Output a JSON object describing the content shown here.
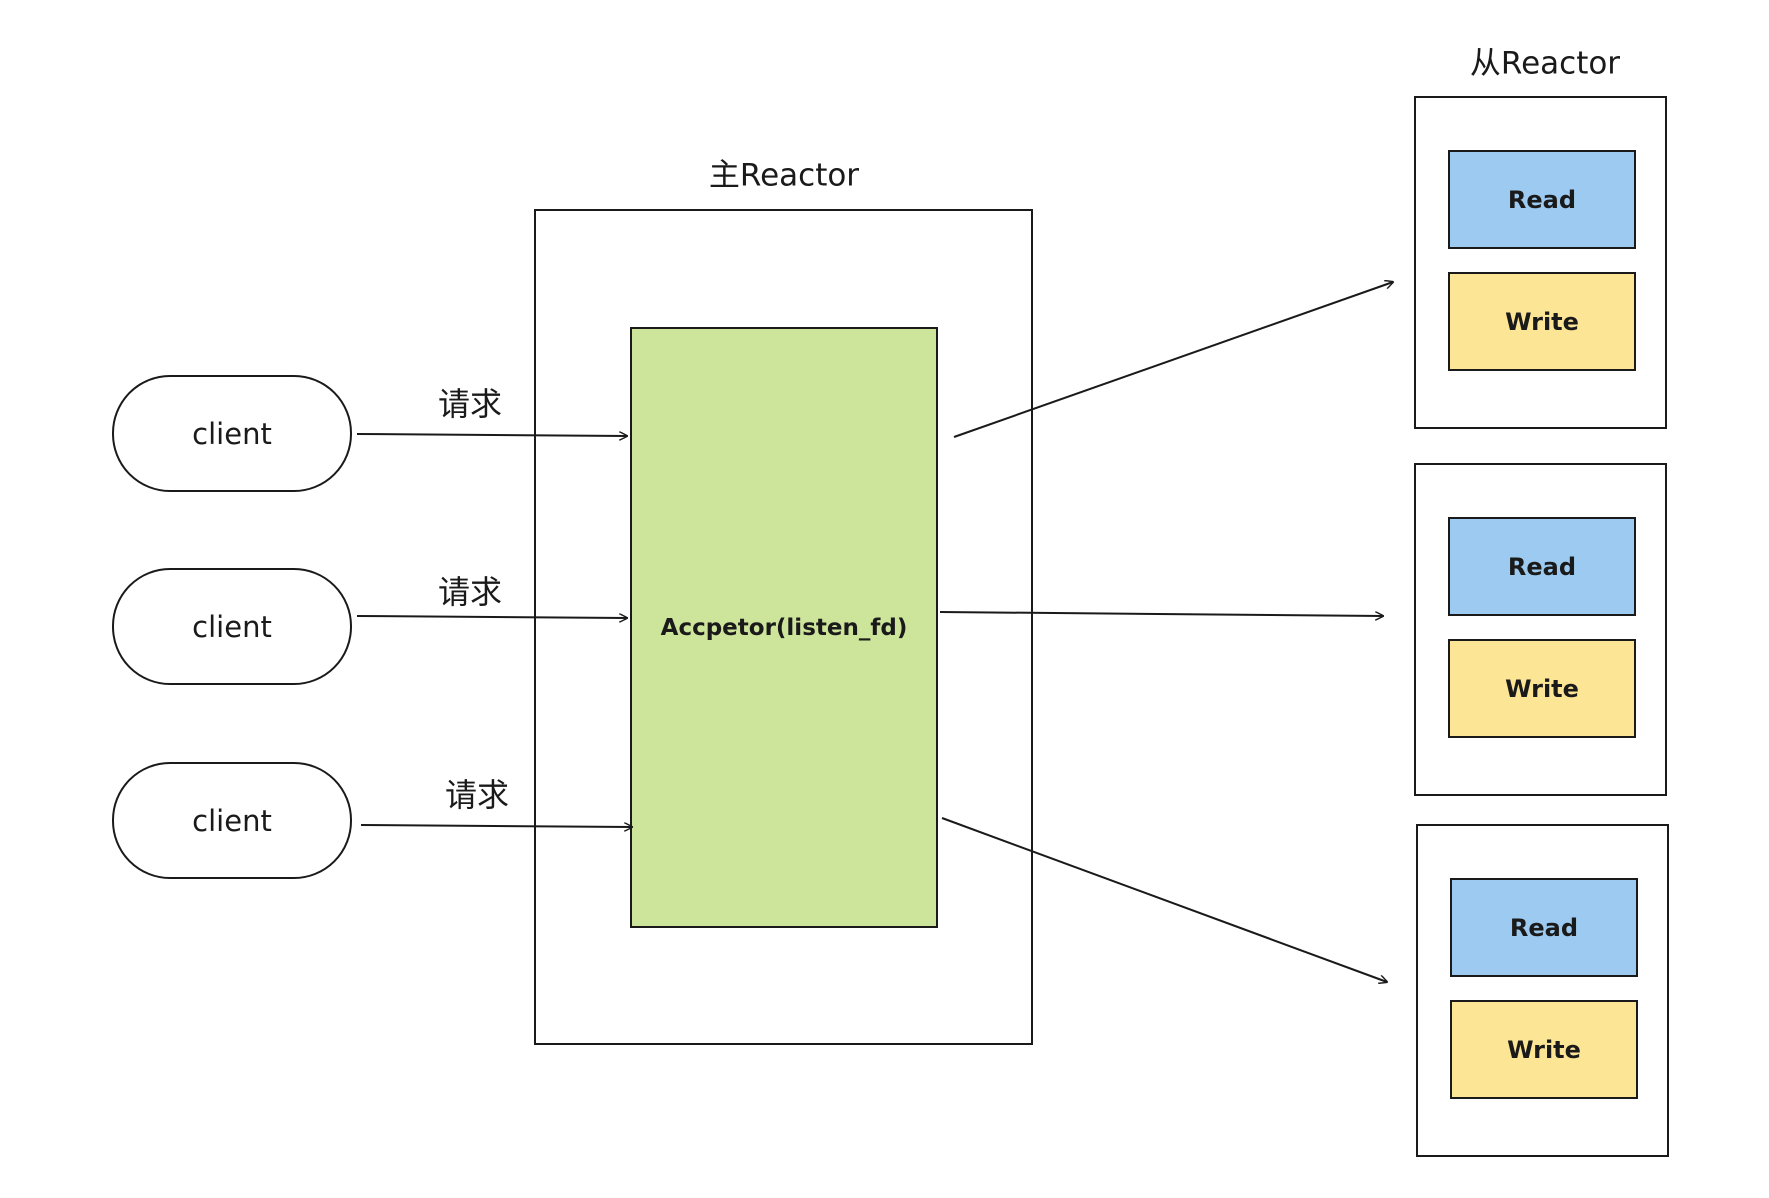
{
  "main_reactor": {
    "title": "主Reactor",
    "acceptor_label": "Accpetor(listen_fd)"
  },
  "sub_reactor": {
    "title": "从Reactor",
    "workers": [
      {
        "read_label": "Read",
        "write_label": "Write"
      },
      {
        "read_label": "Read",
        "write_label": "Write"
      },
      {
        "read_label": "Read",
        "write_label": "Write"
      }
    ]
  },
  "clients": [
    {
      "label": "client",
      "request_label": "请求"
    },
    {
      "label": "client",
      "request_label": "请求"
    },
    {
      "label": "client",
      "request_label": "请求"
    }
  ],
  "colors": {
    "acceptor_fill": "#cde49b",
    "read_fill": "#9ccaf0",
    "write_fill": "#fde596",
    "stroke": "#1a1a1a"
  }
}
